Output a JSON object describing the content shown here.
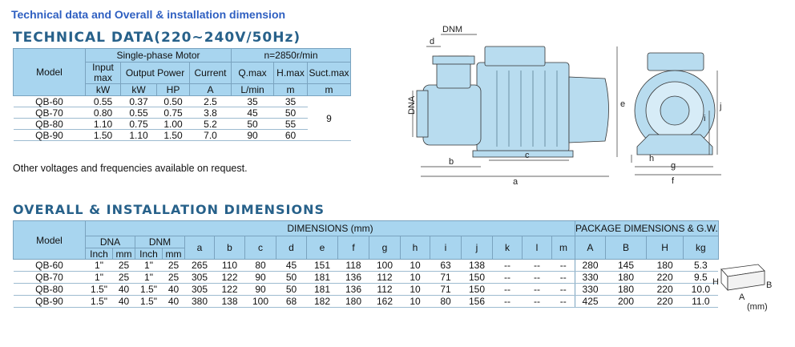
{
  "page_title": "Technical data and Overall & installation dimension",
  "technical": {
    "heading": "TECHNICAL DATA(220~240V/50Hz)",
    "header": {
      "model": "Model",
      "motor": "Single-phase Motor",
      "speed": "n=2850r/min",
      "input_max": "Input max",
      "output_power": "Output Power",
      "current": "Current",
      "qmax": "Q.max",
      "hmax": "H.max",
      "suctmax": "Suct.max",
      "unit_kw1": "kW",
      "unit_kw2": "kW",
      "unit_hp": "HP",
      "unit_a": "A",
      "unit_lmin": "L/min",
      "unit_m1": "m",
      "unit_m2": "m"
    },
    "suction_value": "9",
    "rows": [
      [
        "QB-60",
        "0.55",
        "0.37",
        "0.50",
        "2.5",
        "35",
        "35"
      ],
      [
        "QB-70",
        "0.80",
        "0.55",
        "0.75",
        "3.8",
        "45",
        "50"
      ],
      [
        "QB-80",
        "1.10",
        "0.75",
        "1.00",
        "5.2",
        "50",
        "55"
      ],
      [
        "QB-90",
        "1.50",
        "1.10",
        "1.50",
        "7.0",
        "90",
        "60"
      ]
    ],
    "note": "Other voltages and frequencies available on request."
  },
  "dimensions": {
    "heading": "OVERALL & INSTALLATION DIMENSIONS",
    "header": {
      "model": "Model",
      "dimensions": "DIMENSIONS (mm)",
      "package": "PACKAGE DIMENSIONS & G.W.",
      "dna": "DNA",
      "dnm": "DNM",
      "inch1": "Inch",
      "mm1": "mm",
      "inch2": "Inch",
      "mm2": "mm",
      "cols": [
        "a",
        "b",
        "c",
        "d",
        "e",
        "f",
        "g",
        "h",
        "i",
        "j",
        "k",
        "l",
        "m"
      ],
      "pack_cols": [
        "A",
        "B",
        "H",
        "kg"
      ]
    },
    "rows": [
      [
        "QB-60",
        "1\"",
        "25",
        "1\"",
        "25",
        "265",
        "110",
        "80",
        "45",
        "151",
        "118",
        "100",
        "10",
        "63",
        "138",
        "--",
        "--",
        "--",
        "280",
        "145",
        "180",
        "5.3"
      ],
      [
        "QB-70",
        "1\"",
        "25",
        "1\"",
        "25",
        "305",
        "122",
        "90",
        "50",
        "181",
        "136",
        "112",
        "10",
        "71",
        "150",
        "--",
        "--",
        "--",
        "330",
        "180",
        "220",
        "9.5"
      ],
      [
        "QB-80",
        "1.5\"",
        "40",
        "1.5\"",
        "40",
        "305",
        "122",
        "90",
        "50",
        "181",
        "136",
        "112",
        "10",
        "71",
        "150",
        "--",
        "--",
        "--",
        "330",
        "180",
        "220",
        "10.0"
      ],
      [
        "QB-90",
        "1.5\"",
        "40",
        "1.5\"",
        "40",
        "380",
        "138",
        "100",
        "68",
        "182",
        "180",
        "162",
        "10",
        "80",
        "156",
        "--",
        "--",
        "--",
        "425",
        "200",
        "220",
        "11.0"
      ]
    ]
  },
  "drawing_labels": {
    "side": {
      "dnm": "DNM",
      "d": "d",
      "dna": "DNA",
      "b": "b",
      "c": "c",
      "a": "a",
      "e": "e"
    },
    "front": {
      "i": "i",
      "j": "j",
      "h": "h",
      "g": "g",
      "f": "f"
    },
    "box": {
      "h": "H",
      "b": "B",
      "a": "A",
      "unit": "(mm)"
    }
  },
  "colors": {
    "header_fill": "#a8d5ef",
    "section_heading": "#27618a",
    "page_title": "#2e5fc1",
    "pump_fill": "#b8dcef"
  }
}
